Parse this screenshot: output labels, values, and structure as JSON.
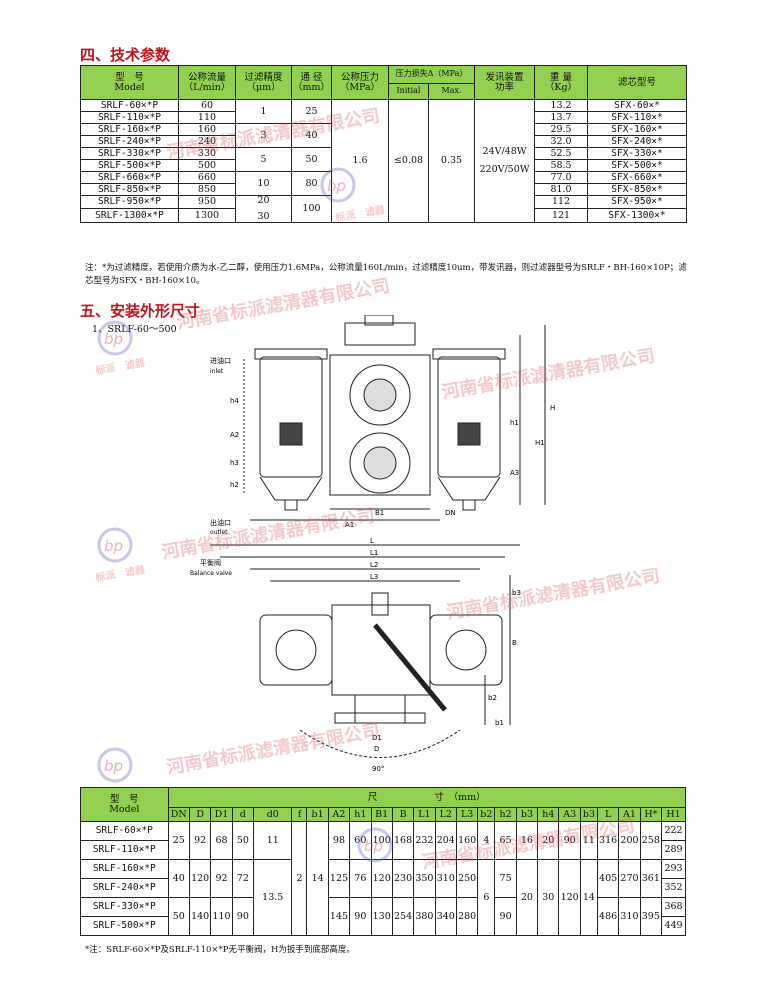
{
  "section4": {
    "title": "四、技术参数"
  },
  "spec_table": {
    "headers": {
      "model_cn": "型　号",
      "model_en": "Model",
      "flow": "公称流量",
      "flow_unit": "（L/min）",
      "precision": "过滤精度",
      "precision_unit": "（μm）",
      "bore": "通 径",
      "bore_unit": "（mm）",
      "pressure": "公称压力",
      "pressure_unit": "（MPa）",
      "loss": "压力损失Δ（MPa）",
      "initial": "Initial",
      "max": "Max.",
      "signal": "发讯装置",
      "signal2": "功率",
      "weight": "重 量",
      "weight_unit": "（Kg）",
      "element": "滤芯型号"
    },
    "models": [
      "SRLF-60×*P",
      "SRLF-110×*P",
      "SRLF-160×*P",
      "SRLF-240×*P",
      "SRLF-330×*P",
      "SRLF-500×*P",
      "SRLF-660×*P",
      "SRLF-850×*P",
      "SRLF-950×*P",
      "SRLF-1300×*P"
    ],
    "flows": [
      "60",
      "110",
      "160",
      "240",
      "330",
      "500",
      "660",
      "850",
      "950",
      "1300"
    ],
    "precision": [
      "1",
      "3",
      "5",
      "10",
      "20",
      "30"
    ],
    "bores": [
      "25",
      "40",
      "50",
      "80",
      "100"
    ],
    "pressure": "1.6",
    "loss_initial": "≤0.08",
    "loss_max": "0.35",
    "signal_1": "24V/48W",
    "signal_2": "220V/50W",
    "weights": [
      "13.2",
      "13.7",
      "29.5",
      "32.0",
      "52.5",
      "58.5",
      "77.0",
      "81.0",
      "112",
      "121"
    ],
    "elements": [
      "SFX-60×*",
      "SFX-110×*",
      "SFX-160×*",
      "SFX-240×*",
      "SFX-330×*",
      "SFX-500×*",
      "SFX-660×*",
      "SFX-850×*",
      "SFX-950×*",
      "SFX-1300×*"
    ]
  },
  "note1": "注：*为过滤精度，若使用介质为水-乙二醇，使用压力1.6MPa，公称流量160L/min，过滤精度10um，带发讯器，则过滤器型号为SRLF・BH-160×10P；滤芯型号为SFX・BH-160×10。",
  "section5": {
    "title": "五、安装外形尺寸",
    "sub": "1、SRLF-60～500"
  },
  "drawing": {
    "inlet_cn": "进油口",
    "inlet_en": "inlet",
    "outlet_cn": "出油口",
    "outlet_en": "outlet",
    "balance_cn": "平衡阀",
    "balance_en": "Balance valve",
    "dn": "DN",
    "angle": "90°",
    "dims_top": [
      "A2",
      "h4",
      "h3",
      "h2",
      "h1",
      "A3",
      "H",
      "H1",
      "A1",
      "B1"
    ],
    "dims_bottom": [
      "L",
      "L1",
      "L2",
      "L3",
      "D1",
      "D",
      "B",
      "b3",
      "b2",
      "b1"
    ]
  },
  "dim_table": {
    "size_label": "尺　　　　　　寸　（mm）",
    "cols": [
      "DN",
      "D",
      "D1",
      "d",
      "d0",
      "f",
      "b1",
      "A2",
      "h1",
      "B1",
      "B",
      "L1",
      "L2",
      "L3",
      "b2",
      "h2",
      "b3",
      "h4",
      "A3",
      "b3",
      "L",
      "A1",
      "H*",
      "H1"
    ],
    "models": [
      "SRLF-60×*P",
      "SRLF-110×*P",
      "SRLF-160×*P",
      "SRLF-240×*P",
      "SRLF-330×*P",
      "SRLF-500×*P"
    ],
    "g1": [
      "25",
      "92",
      "68",
      "50",
      "98",
      "60",
      "100",
      "168",
      "232",
      "204",
      "160",
      "65",
      "16",
      "20",
      "90",
      "11",
      "316",
      "200",
      "258"
    ],
    "g2": [
      "40",
      "120",
      "92",
      "72",
      "125",
      "76",
      "120",
      "230",
      "350",
      "310",
      "250",
      "405",
      "270",
      "361"
    ],
    "g3": [
      "50",
      "140",
      "110",
      "90",
      "145",
      "90",
      "130",
      "254",
      "380",
      "340",
      "280",
      "90",
      "486",
      "310",
      "395"
    ],
    "d0_1": "11",
    "d0_23": "13.5",
    "f": "2",
    "b1": "14",
    "b2_1": "4",
    "b2_23": "6",
    "h2_2": "75",
    "b3_23": "20",
    "h4_23": "30",
    "A3_23": "120",
    "b3b_23": "14",
    "H1": [
      "222",
      "289",
      "293",
      "352",
      "368",
      "449"
    ]
  },
  "note2": "*注：SRLF-60×*P及SRLF-110×*P无平衡阀，H为扳手到底部高度。",
  "watermark": {
    "company": "河南省标派滤清器有限公司",
    "brand": "标派　滤器",
    "logo": "bp"
  },
  "colors": {
    "header_green": "#92d050",
    "title_red": "#c0141a"
  }
}
